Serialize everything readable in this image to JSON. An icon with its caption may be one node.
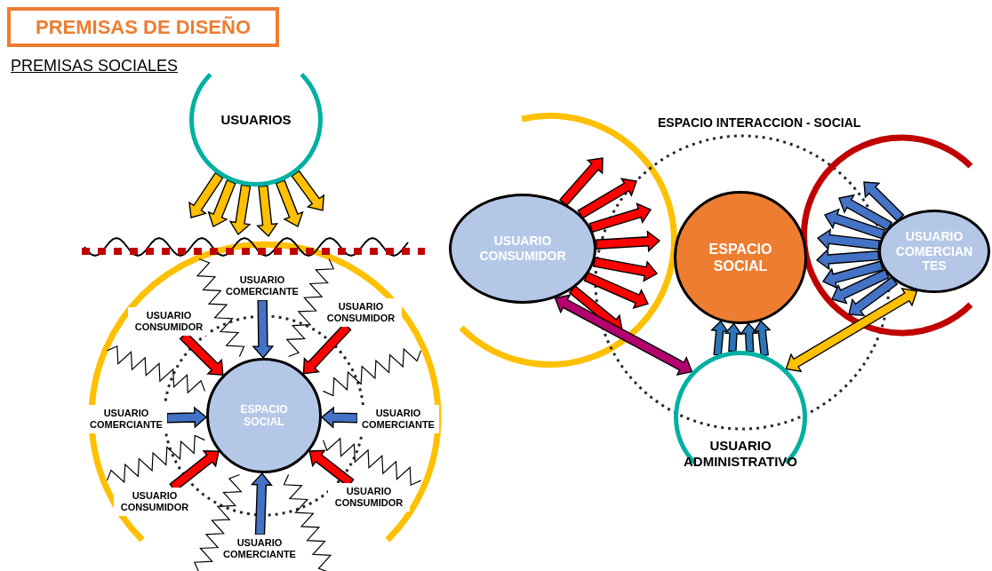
{
  "diagram": {
    "title": "PREMISAS DE DISEÑO",
    "nodes": [
      {
        "text": [
          "USUARIOS"
        ]
      },
      {
        "text": [
          "ESPACIO SOCIAL"
        ]
      },
      {
        "text": [
          "USUARIO COMERCIANTE"
        ]
      },
      {
        "text": [
          "USUARIO CONSUMIDOR"
        ]
      },
      {
        "text": [
          "USUARIO CONSUMIDOR"
        ]
      },
      {
        "text": [
          "USUARIO COMERCIANTE"
        ]
      },
      {
        "text": [
          "USUARIO COMERCIANTE"
        ]
      },
      {
        "text": [
          "USUARIO CONSUMIDOR"
        ]
      },
      {
        "text": [
          "USUARIO CONSUMIDOR"
        ]
      },
      {
        "text": [
          "USUARIO COMERCIANTE"
        ]
      },
      {
        "text": [
          "USUARIO CONSUMIDOR"
        ]
      },
      {
        "text": [
          "ESPACIO SOCIAL"
        ]
      },
      {
        "text": [
          "USUARIO COMERCIAN TES"
        ]
      },
      {
        "text": [
          "USUARIO ADMINISTRATIVO"
        ]
      }
    ],
    "edges": [
      {
        "from": 0,
        "to": null,
        "arrow": "to",
        "color": "#ffc000"
      },
      {
        "from": 0,
        "to": null,
        "arrow": "to",
        "color": "#ffc000"
      },
      {
        "from": 0,
        "to": null,
        "arrow": "to",
        "color": "#ffc000"
      },
      {
        "from": 0,
        "to": null,
        "arrow": "to",
        "color": "#ffc000"
      },
      {
        "from": 0,
        "to": null,
        "arrow": "to",
        "color": "#ffc000"
      },
      {
        "from": 0,
        "to": null,
        "arrow": "to",
        "color": "#ffc000"
      },
      {
        "from": 2,
        "to": 1,
        "arrow": "to",
        "color": "#4472c4"
      },
      {
        "from": 3,
        "to": 1,
        "arrow": "to",
        "color": "#ff0000"
      },
      {
        "from": 4,
        "to": 1,
        "arrow": "to",
        "color": "#ff0000"
      },
      {
        "from": 5,
        "to": 1,
        "arrow": "to",
        "color": "#4472c4"
      },
      {
        "from": 6,
        "to": 1,
        "arrow": "to",
        "color": "#4472c4"
      },
      {
        "from": 7,
        "to": 1,
        "arrow": "to",
        "color": "#ff0000"
      },
      {
        "from": 8,
        "to": 1,
        "arrow": "to",
        "color": "#ff0000"
      },
      {
        "from": 9,
        "to": 1,
        "arrow": "to",
        "color": "#4472c4"
      },
      {
        "from": 10,
        "to": null,
        "arrow": "to",
        "color": "#ff0000"
      },
      {
        "from": 10,
        "to": null,
        "arrow": "to",
        "color": "#ff0000"
      },
      {
        "from": 10,
        "to": null,
        "arrow": "to",
        "color": "#ff0000"
      },
      {
        "from": 10,
        "to": null,
        "arrow": "to",
        "color": "#ff0000"
      },
      {
        "from": 10,
        "to": null,
        "arrow": "to",
        "color": "#ff0000"
      },
      {
        "from": 10,
        "to": null,
        "arrow": "to",
        "color": "#ff0000"
      },
      {
        "from": 10,
        "to": null,
        "arrow": "to",
        "color": "#ff0000"
      },
      {
        "from": 10,
        "to": 13,
        "arrow": "both",
        "color": "#b4006e"
      },
      {
        "from": 12,
        "to": null,
        "arrow": "to",
        "color": "#4472c4"
      },
      {
        "from": 12,
        "to": null,
        "arrow": "to",
        "color": "#4472c4"
      },
      {
        "from": 12,
        "to": null,
        "arrow": "to",
        "color": "#4472c4"
      },
      {
        "from": 12,
        "to": null,
        "arrow": "to",
        "color": "#4472c4"
      },
      {
        "from": 12,
        "to": null,
        "arrow": "to",
        "color": "#4472c4"
      },
      {
        "from": 12,
        "to": null,
        "arrow": "to",
        "color": "#4472c4"
      },
      {
        "from": 12,
        "to": null,
        "arrow": "to",
        "color": "#4472c4"
      },
      {
        "from": 12,
        "to": null,
        "arrow": "to",
        "color": "#4472c4"
      },
      {
        "from": 13,
        "to": 11,
        "arrow": "to",
        "color": "#2e75b6"
      },
      {
        "from": 13,
        "to": 11,
        "arrow": "to",
        "color": "#2e75b6"
      },
      {
        "from": 13,
        "to": 11,
        "arrow": "to",
        "color": "#2e75b6"
      },
      {
        "from": 13,
        "to": 11,
        "arrow": "to",
        "color": "#2e75b6"
      },
      {
        "from": 12,
        "to": 13,
        "arrow": "both",
        "color": "#ffc000"
      }
    ],
    "labels": [
      "PREMISAS SOCIALES",
      "ESPACIO INTERACCION - SOCIAL"
    ]
  }
}
